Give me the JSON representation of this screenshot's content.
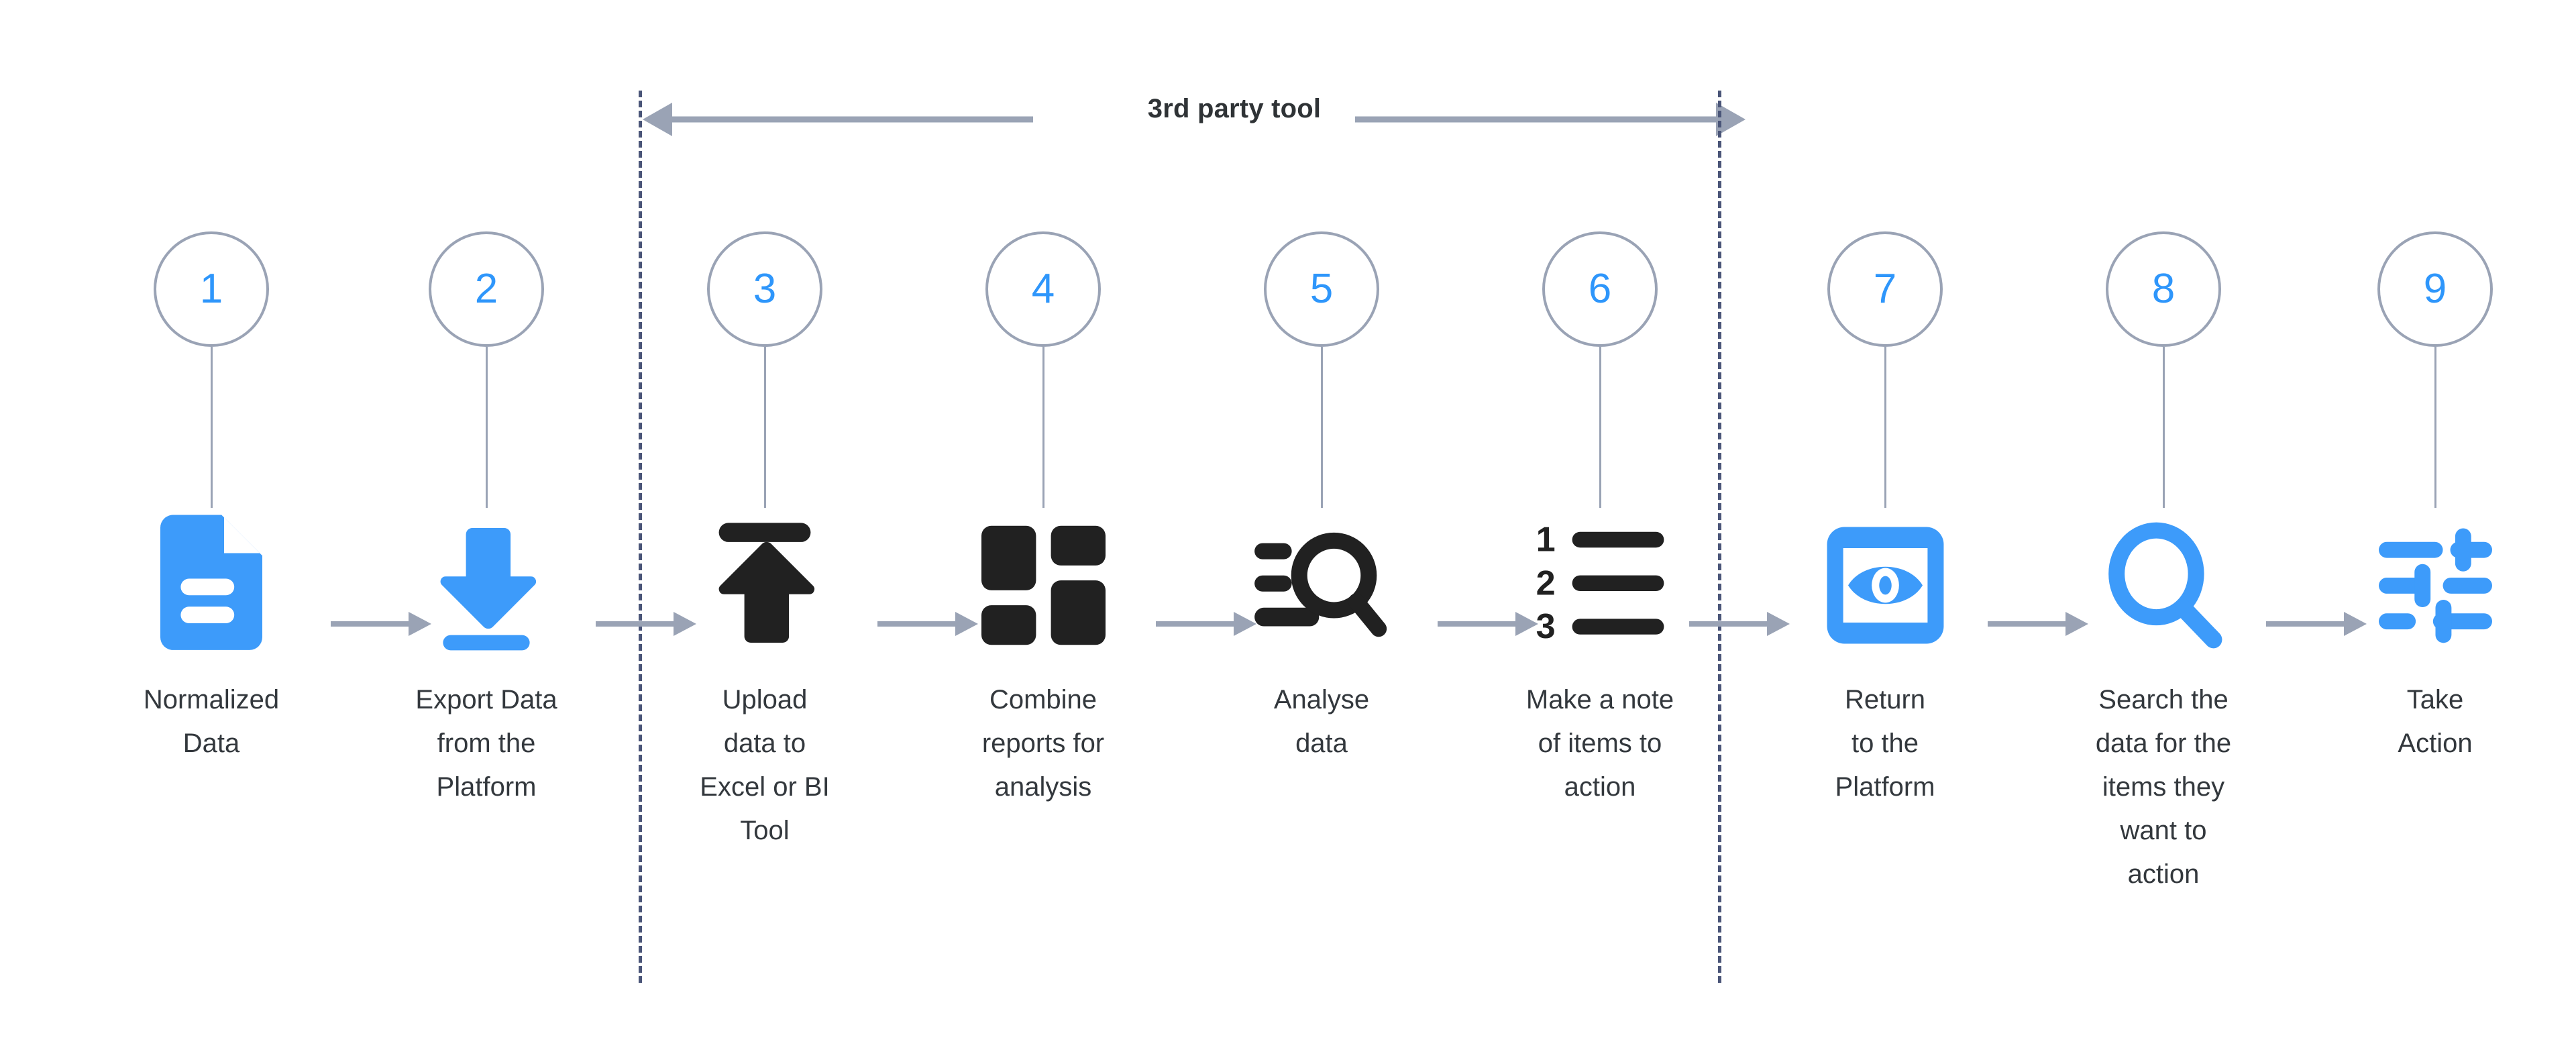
{
  "theme": {
    "accent_blue": "#3d9bfa",
    "badge_number_blue": "#2e96fb",
    "dark_icon": "#212121",
    "line_gray": "#9aa3b5",
    "divider_navy": "#4a5578",
    "text_dark": "#33383d",
    "background": "#ffffff"
  },
  "bracket": {
    "label": "3rd party tool",
    "arrow_style": "double-headed",
    "span_from_step": 3,
    "span_to_step": 6
  },
  "dividers": [
    {
      "name": "platform-to-third-party",
      "after_step": 2
    },
    {
      "name": "third-party-to-platform",
      "after_step": 6
    }
  ],
  "steps": [
    {
      "number": "1",
      "label": "Normalized\nData",
      "lines": [
        "Normalized",
        "Data"
      ],
      "icon": "document-lines-icon",
      "icon_color": "#3d9bfa",
      "zone": "platform"
    },
    {
      "number": "2",
      "label": "Export Data\nfrom the Platform",
      "lines": [
        "Export Data",
        "from the Platform"
      ],
      "icon": "download-icon",
      "icon_color": "#3d9bfa",
      "zone": "platform"
    },
    {
      "number": "3",
      "label": "Upload\ndata to\nExcel or BI\nTool",
      "lines": [
        "Upload",
        "data to",
        "Excel or BI",
        "Tool"
      ],
      "icon": "upload-icon",
      "icon_color": "#212121",
      "zone": "third-party"
    },
    {
      "number": "4",
      "label": "Combine\nreports for\nanalysis",
      "lines": [
        "Combine",
        "reports for",
        "analysis"
      ],
      "icon": "dashboard-grid-icon",
      "icon_color": "#212121",
      "zone": "third-party"
    },
    {
      "number": "5",
      "label": "Analyse\ndata",
      "lines": [
        "Analyse",
        "data"
      ],
      "icon": "data-search-icon",
      "icon_color": "#212121",
      "zone": "third-party"
    },
    {
      "number": "6",
      "label": "Make a note\nof items to\naction",
      "lines": [
        "Make a note",
        "of items to",
        "action"
      ],
      "icon": "numbered-list-icon",
      "icon_color": "#212121",
      "zone": "third-party"
    },
    {
      "number": "7",
      "label": "Return\nto the\nPlatform",
      "lines": [
        "Return",
        "to the",
        "Platform"
      ],
      "icon": "eye-preview-icon",
      "icon_color": "#3d9bfa",
      "zone": "platform"
    },
    {
      "number": "8",
      "label": "Search the\ndata for the\nitems they\nwant to\naction",
      "lines": [
        "Search the",
        "data for the",
        "items they",
        "want to",
        "action"
      ],
      "icon": "magnifier-icon",
      "icon_color": "#3d9bfa",
      "zone": "platform"
    },
    {
      "number": "9",
      "label": "Take\nAction",
      "lines": [
        "Take",
        "Action"
      ],
      "icon": "sliders-settings-icon",
      "icon_color": "#3d9bfa",
      "zone": "platform"
    }
  ],
  "flow_arrows": [
    {
      "name": "arrow-1-to-2",
      "from": 1,
      "to": 2
    },
    {
      "name": "arrow-2-to-3",
      "from": 2,
      "to": 3
    },
    {
      "name": "arrow-3-to-4",
      "from": 3,
      "to": 4
    },
    {
      "name": "arrow-4-to-5",
      "from": 4,
      "to": 5
    },
    {
      "name": "arrow-5-to-6",
      "from": 5,
      "to": 6
    },
    {
      "name": "arrow-6-to-7",
      "from": 6,
      "to": 7
    },
    {
      "name": "arrow-7-to-8",
      "from": 7,
      "to": 8
    },
    {
      "name": "arrow-8-to-9",
      "from": 8,
      "to": 9
    }
  ]
}
